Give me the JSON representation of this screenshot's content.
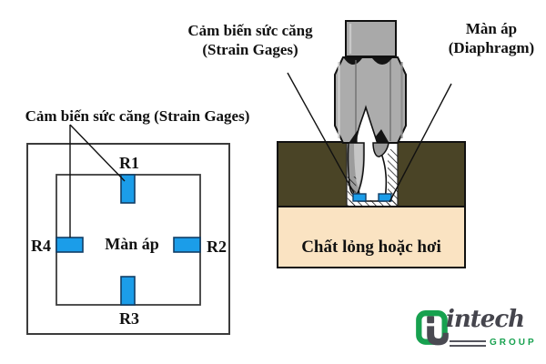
{
  "figure": {
    "left_diagram": {
      "title_label": "Cảm biến sức căng (Strain Gages)",
      "center_label": "Màn áp",
      "gauge_top": "R1",
      "gauge_right": "R2",
      "gauge_bottom": "R3",
      "gauge_left": "R4"
    },
    "right_diagram": {
      "strain_label": [
        "Cảm biến sức căng",
        "(Strain Gages)"
      ],
      "diaphragm_label": [
        "Màn áp",
        "(Diaphragm)"
      ],
      "fluid_label": "Chất lỏng hoặc hơi"
    }
  },
  "logo": {
    "brand": "intech",
    "suffix": "GROUP"
  },
  "colors": {
    "gauge_blue": "#1b9de9",
    "gauge_border": "#123e66",
    "block_olive": "#4a4426",
    "fluid_peach": "#fae3c2",
    "metal_gray": "#a9a9a9",
    "logo_green": "#17a14f",
    "logo_gray": "#45454d"
  }
}
